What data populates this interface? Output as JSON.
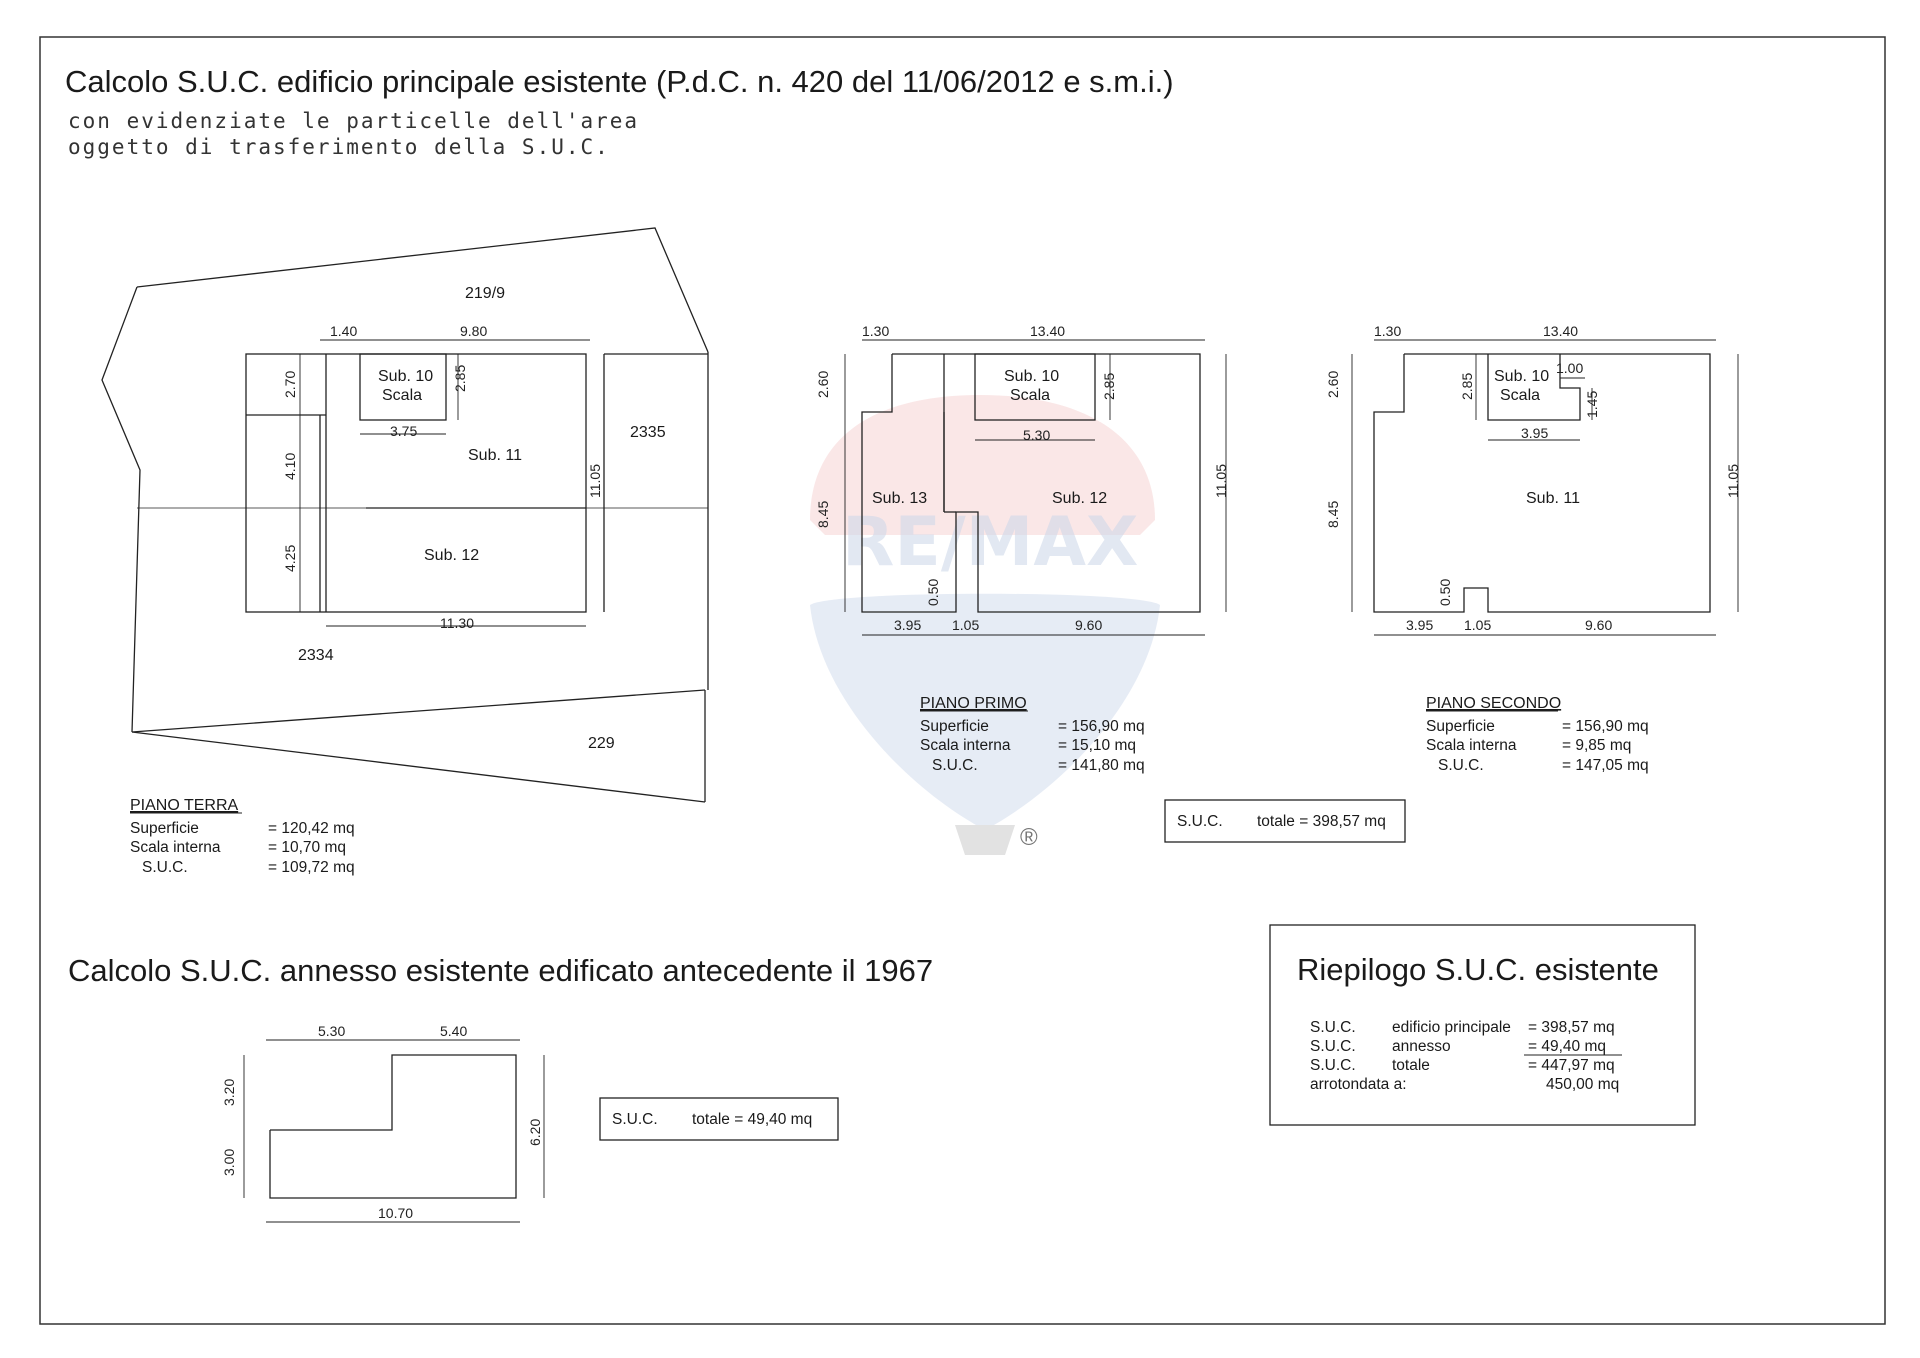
{
  "headings": {
    "main": "Calcolo S.U.C. edificio principale esistente (P.d.C. n. 420 del 11/06/2012 e s.m.i.)",
    "sub_line1": "con evidenziate le particelle dell'area",
    "sub_line2": "oggetto di trasferimento della S.U.C.",
    "annex": "Calcolo S.U.C. annesso esistente edificato antecedente il 1967",
    "recap": "Riepilogo S.U.C. esistente"
  },
  "parcels": [
    "219/9",
    "2335",
    "2334",
    "229"
  ],
  "ground_plan": {
    "dims": [
      "1.40",
      "9.80",
      "2.70",
      "2.85",
      "3.75",
      "4.10",
      "11.05",
      "4.25",
      "11.30"
    ],
    "rooms": {
      "sub10_a": "Sub. 10",
      "sub10_b": "Scala",
      "sub11": "Sub. 11",
      "sub12": "Sub. 12"
    }
  },
  "first_plan": {
    "dims": [
      "1.30",
      "13.40",
      "2.60",
      "2.85",
      "5.30",
      "8.45",
      "11.05",
      "0.50",
      "3.95",
      "1.05",
      "9.60"
    ],
    "rooms": {
      "sub10_a": "Sub. 10",
      "sub10_b": "Scala",
      "sub13": "Sub. 13",
      "sub12": "Sub. 12"
    }
  },
  "second_plan": {
    "dims": [
      "1.30",
      "13.40",
      "2.60",
      "2.85",
      "1.00",
      "1.45",
      "3.95",
      "8.45",
      "11.05",
      "0.50",
      "3.95",
      "1.05",
      "9.60"
    ],
    "rooms": {
      "sub10_a": "Sub. 10",
      "sub10_b": "Scala",
      "sub11": "Sub. 11"
    }
  },
  "tables": {
    "terra": {
      "title": "PIANO TERRA",
      "rows": [
        [
          "Superficie",
          "= 120,42 mq"
        ],
        [
          "Scala interna",
          "=   10,70 mq"
        ],
        [
          "S.U.C.",
          "= 109,72 mq"
        ]
      ]
    },
    "primo": {
      "title": "PIANO PRIMO",
      "rows": [
        [
          "Superficie",
          "= 156,90 mq"
        ],
        [
          "Scala interna",
          "=   15,10 mq"
        ],
        [
          "S.U.C.",
          "= 141,80 mq"
        ]
      ]
    },
    "secondo": {
      "title": "PIANO SECONDO",
      "rows": [
        [
          "Superficie",
          "= 156,90 mq"
        ],
        [
          "Scala interna",
          "=     9,85 mq"
        ],
        [
          "S.U.C.",
          "= 147,05 mq"
        ]
      ]
    }
  },
  "totals": {
    "main_label": "S.U.C.",
    "main_value": "totale = 398,57 mq",
    "annex_label": "S.U.C.",
    "annex_value": "totale = 49,40 mq"
  },
  "annex_plan": {
    "dims": [
      "5.30",
      "5.40",
      "3.20",
      "3.00",
      "6.20",
      "10.70"
    ]
  },
  "recap": {
    "rows": [
      [
        "S.U.C.",
        "edificio principale",
        "= 398,57 mq"
      ],
      [
        "S.U.C.",
        "annesso",
        "=   49,40 mq"
      ],
      [
        "S.U.C.",
        "totale",
        "= 447,97 mq"
      ],
      [
        "arrotondata a:",
        "",
        "450,00 mq"
      ]
    ]
  },
  "watermark": {
    "text": "RE/MAX",
    "reg": "®"
  }
}
